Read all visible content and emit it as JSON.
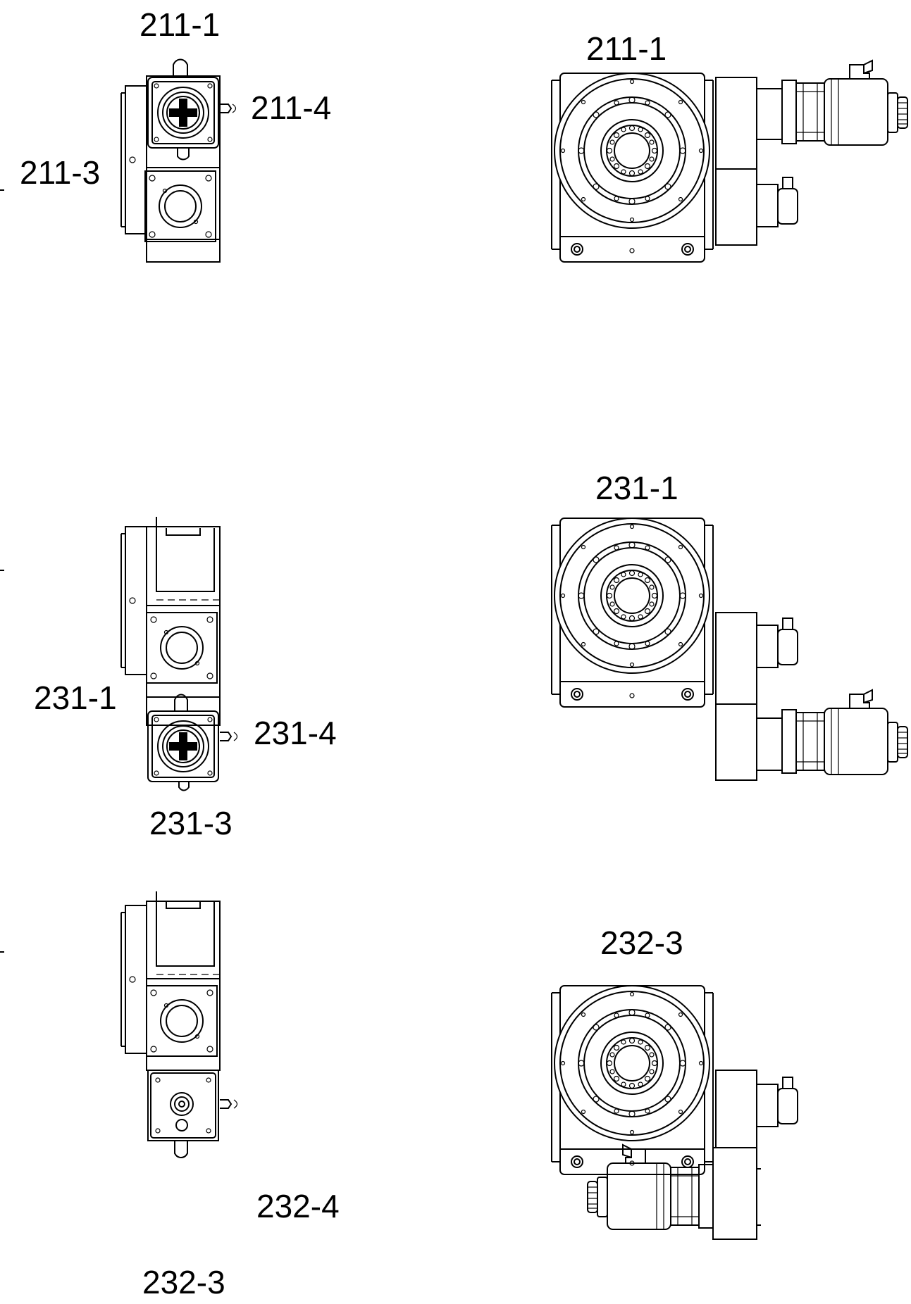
{
  "labels": {
    "row1_side_top": "211-1",
    "row1_side_right": "211-4",
    "row1_side_left": "211-3",
    "row1_front_top": "211-1",
    "row2_front_top": "231-1",
    "row2_side_left": "231-1",
    "row2_side_right": "231-4",
    "row2_side_bottom": "231-3",
    "row3_front_top": "232-3",
    "row3_side_right": "232-4",
    "row3_side_bottom": "232-3"
  }
}
